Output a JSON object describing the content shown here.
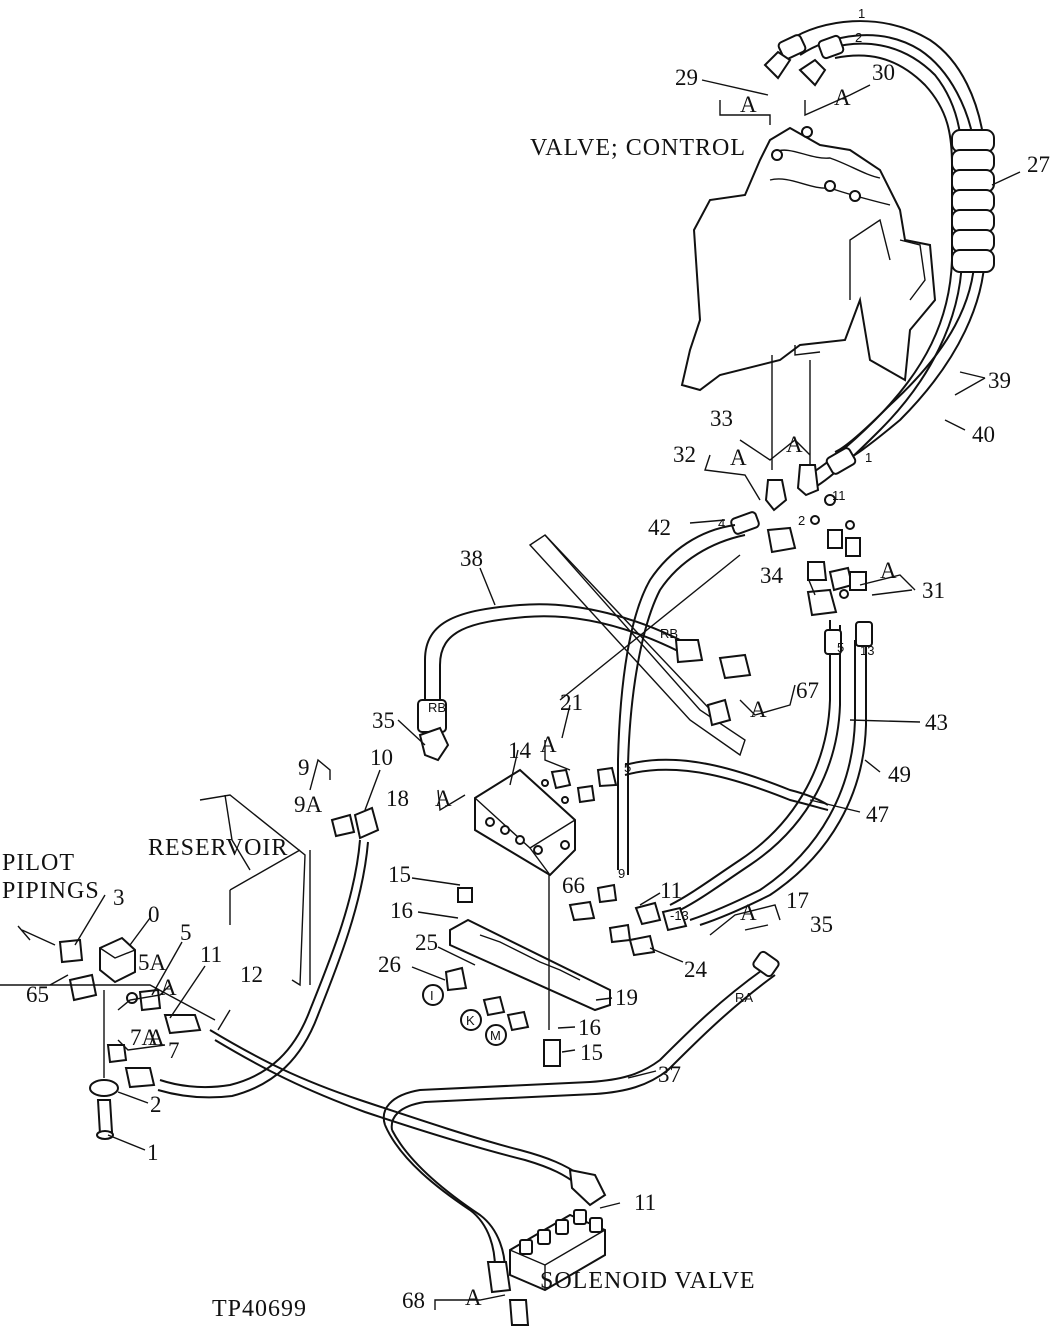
{
  "titles": {
    "valve_control": "VALVE; CONTROL",
    "reservoir": "RESERVOIR",
    "pilot_line1": "PILOT",
    "pilot_line2": "PIPINGS",
    "solenoid_valve": "SOLENOID VALVE",
    "figure_id": "TP40699"
  },
  "callouts": {
    "n0": "0",
    "n1": "1",
    "n1b": "1",
    "n2": "2",
    "n3": "3",
    "n5": "5",
    "n5a": "5A",
    "n7": "7",
    "n7a": "7A",
    "n9": "9",
    "n9a": "9A",
    "n10": "10",
    "n11a": "11",
    "n11b": "11",
    "n12": "12",
    "n14": "14",
    "n15a": "15",
    "n15b": "15",
    "n16a": "16",
    "n16b": "16",
    "n17": "17",
    "n18": "18",
    "n19": "19",
    "n21": "21",
    "n24": "24",
    "n25": "25",
    "n26": "26",
    "n27": "27",
    "n29": "29",
    "n30": "30",
    "n31": "31",
    "n32": "32",
    "n33": "33",
    "n34": "34",
    "n35a": "35",
    "n35b": "35",
    "n37": "37",
    "n38": "38",
    "n39": "39",
    "n40": "40",
    "n42": "42",
    "n43": "43",
    "n47": "47",
    "n49": "49",
    "n65": "65",
    "n66": "66",
    "n67": "67",
    "n68": "68"
  },
  "group_marks": {
    "a29": "A",
    "a30": "A",
    "a33": "A",
    "a32": "A",
    "a31": "A",
    "a67": "A",
    "a21": "A",
    "a18": "A",
    "a17": "A",
    "a68": "A",
    "a5": "A",
    "a7": "A",
    "a9": "A"
  },
  "hose_tags": {
    "rb1": "RB",
    "rb2": "RB",
    "ra": "RA",
    "p1": "1",
    "p2": "2",
    "p4": "4",
    "p5": "5",
    "p11": "11",
    "p13": "13",
    "p9": "9",
    "p1b": "1",
    "p2b": "2",
    "p13b": "-13"
  },
  "circle_marks": {
    "i": "I",
    "k": "K",
    "m": "M"
  }
}
